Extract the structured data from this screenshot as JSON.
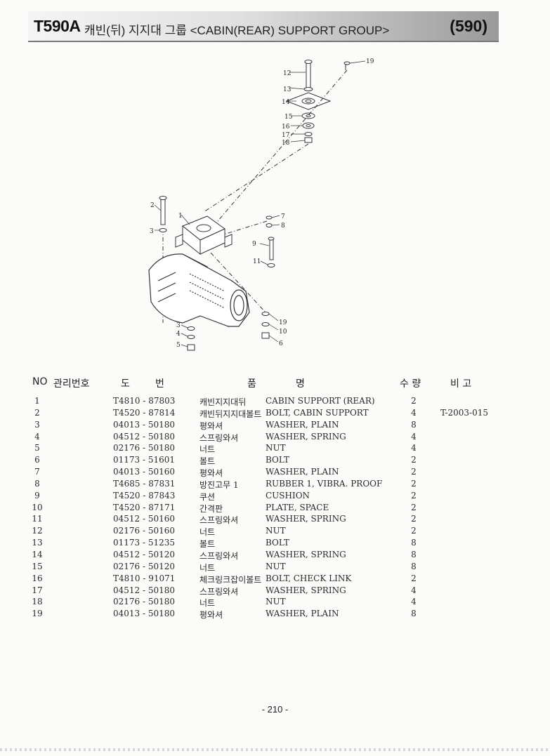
{
  "header": {
    "model": "T590A",
    "title": "캐빈(뒤) 지지대 그룹 <CABIN(REAR) SUPPORT GROUP>",
    "page_code": "(590)"
  },
  "diagram": {
    "callouts": [
      "1",
      "2",
      "3",
      "3",
      "4",
      "5",
      "6",
      "7",
      "8",
      "9",
      "10",
      "11",
      "12",
      "13",
      "14",
      "15",
      "16",
      "17",
      "18",
      "19",
      "19"
    ]
  },
  "table": {
    "headers": {
      "no": "NO",
      "mgmt": "관리번호",
      "part_do": "도",
      "part_beon": "번",
      "name_pum": "품",
      "name_myeong": "명",
      "qty": "수 량",
      "remarks": "비 고"
    },
    "rows": [
      {
        "no": "1",
        "part": "T4810 - 87803",
        "kr": "캐빈지지대뒤",
        "en": "CABIN SUPPORT (REAR)",
        "qty": "2",
        "remark": ""
      },
      {
        "no": "2",
        "part": "T4520 - 87814",
        "kr": "캐빈뒤지지대볼트",
        "en": "BOLT, CABIN SUPPORT",
        "qty": "4",
        "remark": "T-2003-015"
      },
      {
        "no": "3",
        "part": "04013 - 50180",
        "kr": "평와셔",
        "en": "WASHER, PLAIN",
        "qty": "8",
        "remark": ""
      },
      {
        "no": "4",
        "part": "04512 - 50180",
        "kr": "스프링와셔",
        "en": "WASHER, SPRING",
        "qty": "4",
        "remark": ""
      },
      {
        "no": "5",
        "part": "02176 - 50180",
        "kr": "너트",
        "en": "NUT",
        "qty": "4",
        "remark": ""
      },
      {
        "no": "6",
        "part": "01173 - 51601",
        "kr": "볼트",
        "en": "BOLT",
        "qty": "2",
        "remark": ""
      },
      {
        "no": "7",
        "part": "04013 - 50160",
        "kr": "평와셔",
        "en": "WASHER, PLAIN",
        "qty": "2",
        "remark": ""
      },
      {
        "no": "8",
        "part": "T4685 - 87831",
        "kr": "방진고무 1",
        "en": "RUBBER 1, VIBRA. PROOF",
        "qty": "2",
        "remark": ""
      },
      {
        "no": "9",
        "part": "T4520 - 87843",
        "kr": "쿠션",
        "en": "CUSHION",
        "qty": "2",
        "remark": ""
      },
      {
        "no": "10",
        "part": "T4520 - 87171",
        "kr": "간격판",
        "en": "PLATE, SPACE",
        "qty": "2",
        "remark": ""
      },
      {
        "no": "11",
        "part": "04512 - 50160",
        "kr": "스프링와셔",
        "en": "WASHER, SPRING",
        "qty": "2",
        "remark": ""
      },
      {
        "no": "12",
        "part": "02176 - 50160",
        "kr": "너트",
        "en": "NUT",
        "qty": "2",
        "remark": ""
      },
      {
        "no": "13",
        "part": "01173 - 51235",
        "kr": "볼트",
        "en": "BOLT",
        "qty": "8",
        "remark": ""
      },
      {
        "no": "14",
        "part": "04512 - 50120",
        "kr": "스프링와셔",
        "en": "WASHER, SPRING",
        "qty": "8",
        "remark": ""
      },
      {
        "no": "15",
        "part": "02176 - 50120",
        "kr": "너트",
        "en": "NUT",
        "qty": "8",
        "remark": ""
      },
      {
        "no": "16",
        "part": "T4810 - 91071",
        "kr": "체크링크잡이볼트",
        "en": "BOLT, CHECK LINK",
        "qty": "2",
        "remark": ""
      },
      {
        "no": "17",
        "part": "04512 - 50180",
        "kr": "스프링와셔",
        "en": "WASHER, SPRING",
        "qty": "4",
        "remark": ""
      },
      {
        "no": "18",
        "part": "02176 - 50180",
        "kr": "너트",
        "en": "NUT",
        "qty": "4",
        "remark": ""
      },
      {
        "no": "19",
        "part": "04013 - 50180",
        "kr": "평와셔",
        "en": "WASHER, PLAIN",
        "qty": "8",
        "remark": ""
      }
    ]
  },
  "footer": {
    "page_number": "- 210 -"
  }
}
